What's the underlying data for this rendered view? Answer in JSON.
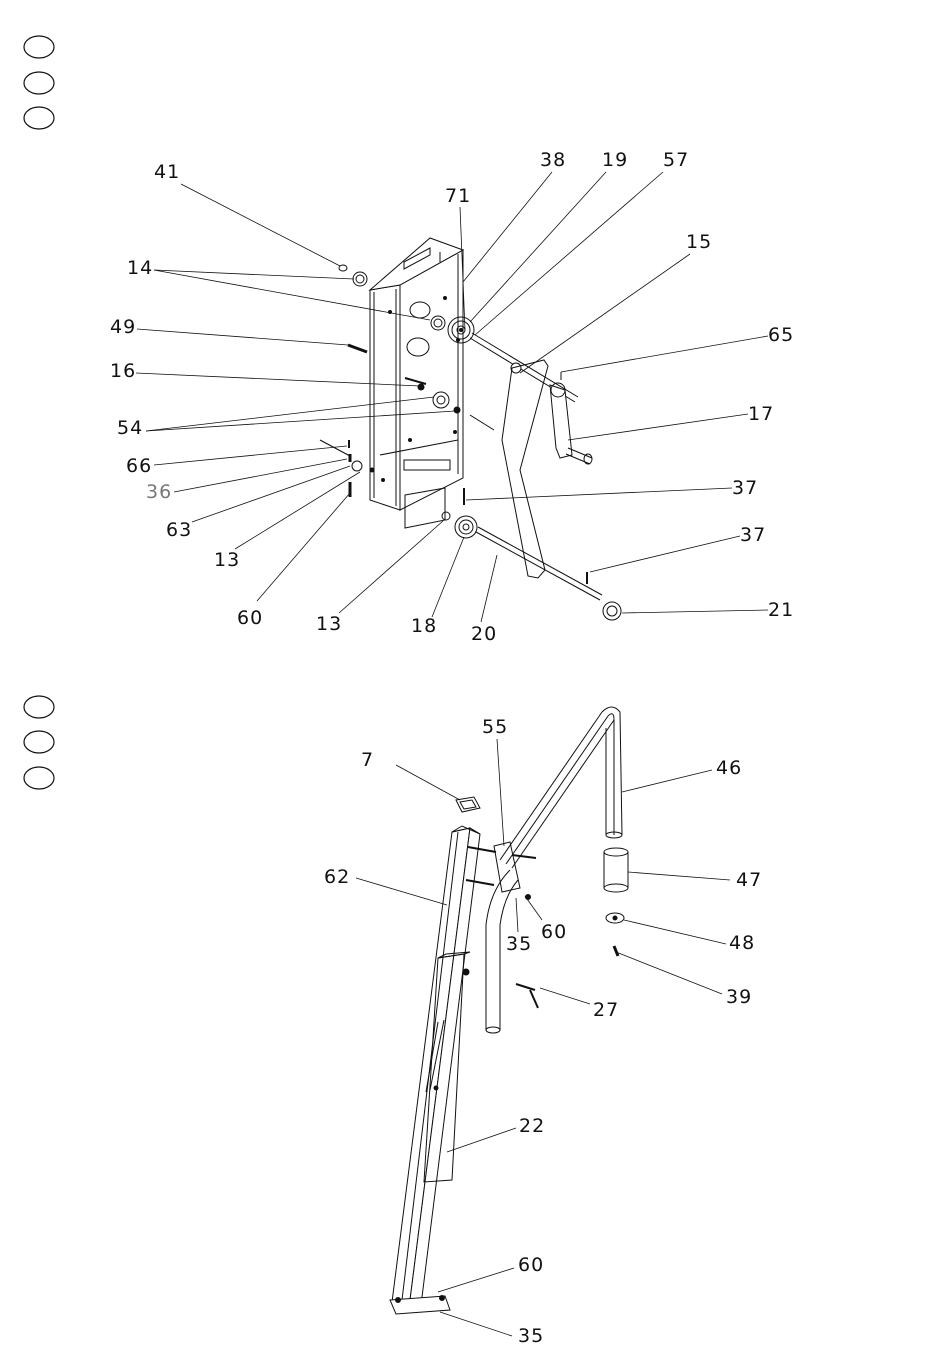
{
  "upper_assembly": {
    "callouts": [
      {
        "label": "41",
        "tone": "#111111"
      },
      {
        "label": "14",
        "tone": "#111111"
      },
      {
        "label": "49",
        "tone": "#111111"
      },
      {
        "label": "16",
        "tone": "#111111"
      },
      {
        "label": "54",
        "tone": "#111111"
      },
      {
        "label": "66",
        "tone": "#111111"
      },
      {
        "label": "36",
        "tone": "#777777"
      },
      {
        "label": "63",
        "tone": "#111111"
      },
      {
        "label": "13",
        "tone": "#111111"
      },
      {
        "label": "60",
        "tone": "#111111"
      },
      {
        "label": "13",
        "tone": "#111111"
      },
      {
        "label": "18",
        "tone": "#111111"
      },
      {
        "label": "20",
        "tone": "#111111"
      },
      {
        "label": "71",
        "tone": "#111111"
      },
      {
        "label": "38",
        "tone": "#111111"
      },
      {
        "label": "19",
        "tone": "#111111"
      },
      {
        "label": "57",
        "tone": "#111111"
      },
      {
        "label": "15",
        "tone": "#111111"
      },
      {
        "label": "65",
        "tone": "#111111"
      },
      {
        "label": "17",
        "tone": "#111111"
      },
      {
        "label": "37",
        "tone": "#111111"
      },
      {
        "label": "37",
        "tone": "#111111"
      },
      {
        "label": "21",
        "tone": "#111111"
      }
    ]
  },
  "lower_assembly": {
    "callouts": [
      {
        "label": "55",
        "tone": "#111111"
      },
      {
        "label": "7",
        "tone": "#111111"
      },
      {
        "label": "62",
        "tone": "#111111"
      },
      {
        "label": "35",
        "tone": "#111111"
      },
      {
        "label": "60",
        "tone": "#111111"
      },
      {
        "label": "46",
        "tone": "#111111"
      },
      {
        "label": "47",
        "tone": "#111111"
      },
      {
        "label": "48",
        "tone": "#111111"
      },
      {
        "label": "39",
        "tone": "#111111"
      },
      {
        "label": "27",
        "tone": "#111111"
      },
      {
        "label": "22",
        "tone": "#111111"
      },
      {
        "label": "60",
        "tone": "#111111"
      },
      {
        "label": "35",
        "tone": "#111111"
      }
    ]
  },
  "markers": {
    "count_per_group": 3,
    "shape": "ellipse-outline"
  }
}
